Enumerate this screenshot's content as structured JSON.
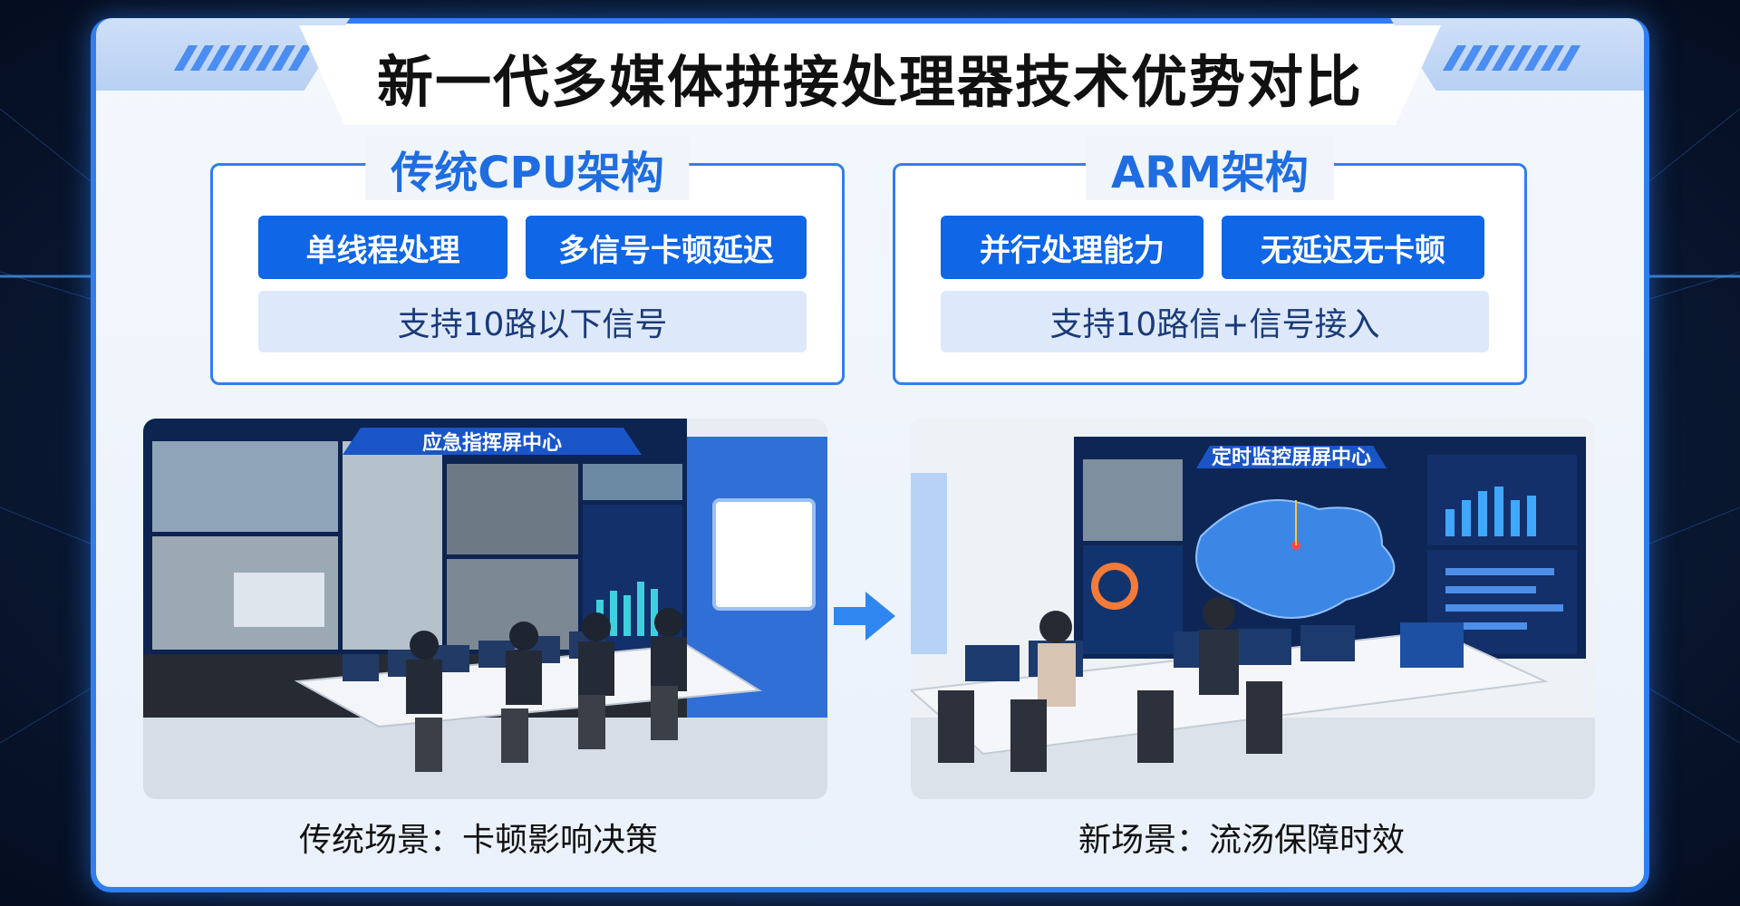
{
  "title": "新一代多媒体拼接处理器技术优势对比",
  "colors": {
    "accent": "#0f66e6",
    "accent_light": "#dde9fb",
    "border": "#2f7ff0",
    "background": "#0a1a36"
  },
  "left_card": {
    "title": "传统CPU架构",
    "chip_a": "单线程处理",
    "chip_b": "多信号卡顿延迟",
    "wide": "支持10路以下信号"
  },
  "right_card": {
    "title": "ARM架构",
    "chip_a": "并行处理能力",
    "chip_b": "无延迟无卡顿",
    "wide": "支持10路信+信号接入"
  },
  "left_scene": {
    "wall_title": "应急指挥屏中心",
    "caption": "传统场景：卡顿影响决策"
  },
  "right_scene": {
    "wall_title": "定时监控屏屏中心",
    "caption": "新场景：流汤保障时效"
  },
  "icons": {
    "arrow": "arrow-right-icon"
  }
}
